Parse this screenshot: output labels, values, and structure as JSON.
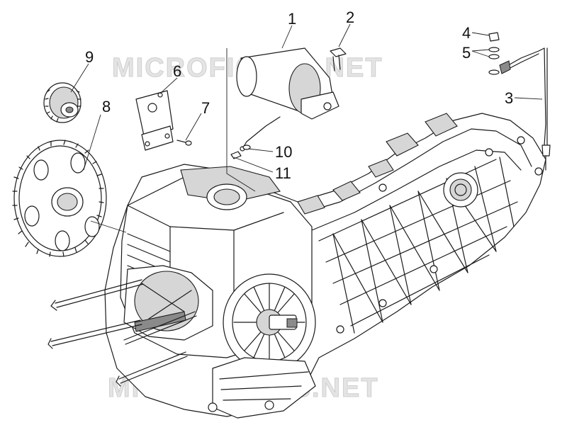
{
  "watermark": "MICROFICHES.NET",
  "callouts": {
    "c1": "1",
    "c2": "2",
    "c3": "3",
    "c4": "4",
    "c5": "5",
    "c6": "6",
    "c7": "7",
    "c8": "8",
    "c9": "9",
    "c10": "10",
    "c11": "11"
  }
}
